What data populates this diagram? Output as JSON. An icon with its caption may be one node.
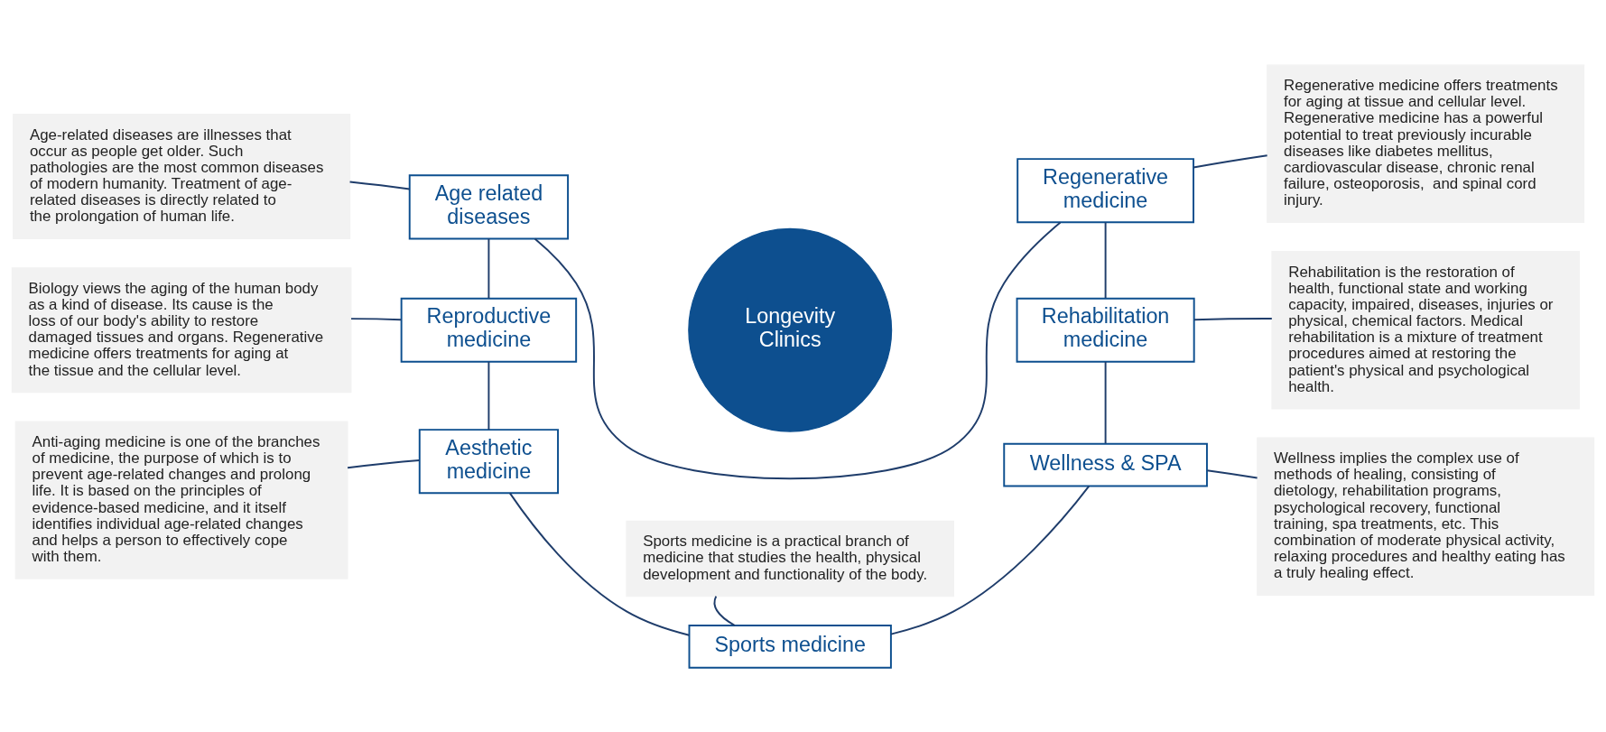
{
  "diagram": {
    "nodes": [
      {
        "text": [
          "Longevity Clinics"
        ]
      },
      {
        "text": [
          "Age related diseases"
        ]
      },
      {
        "text": [
          "Age-related diseases are illnesses that occur as people get older. Such pathologies are the most common diseases of modern humanity. Treatment of age-related diseases is directly related to the prolongation of human life."
        ]
      },
      {
        "text": [
          "Regenerative medicine"
        ]
      },
      {
        "text": [
          "Regenerative medicine offers treatments for aging at tissue and cellular level. Regenerative medicine has a powerful potential to treat previously incurable diseases like diabetes mellitus, cardiovascular disease, chronic renal failure, osteoporosis,  and spinal cord injury."
        ]
      },
      {
        "text": [
          "Reproductive medicine"
        ]
      },
      {
        "text": [
          "Biology views the aging of the human body as a kind of disease. Its cause is the loss of our body's ability to restore damaged tissues and organs. Regenerative medicine offers treatments for aging at the tissue and the cellular level."
        ]
      },
      {
        "text": [
          "Rehabilitation medicine"
        ]
      },
      {
        "text": [
          "Rehabilitation is the restoration of health, functional state and working capacity, impaired, diseases, injuries or physical, chemical factors. Medical rehabilitation is a mixture of treatment procedures aimed at restoring the patient's physical and psychological health."
        ]
      },
      {
        "text": [
          "Aesthetic medicine"
        ]
      },
      {
        "text": [
          "Anti-aging medicine is one of the branches of medicine, the purpose of which is to prevent age-related changes and prolong life. It is based on the principles of evidence-based medicine, and it itself identifies individual age-related changes and helps a person to effectively cope with them."
        ]
      },
      {
        "text": [
          "Wellness & SPA"
        ]
      },
      {
        "text": [
          "Wellness implies the complex use of methods of healing, consisting of dietology, rehabilitation programs, psychological recovery, functional training, spa treatments, etc. This combination of moderate physical activity, relaxing procedures and healthy eating has a truly healing effect."
        ]
      },
      {
        "text": [
          "Sports medicine"
        ]
      },
      {
        "text": [
          "Sports medicine is a practical branch of medicine that studies the health, physical development and functionality of the body."
        ]
      }
    ],
    "edges": [
      {
        "from": 1,
        "to": 2,
        "arrow": "none"
      },
      {
        "from": 3,
        "to": 4,
        "arrow": "none"
      },
      {
        "from": 5,
        "to": 6,
        "arrow": "none"
      },
      {
        "from": 7,
        "to": 8,
        "arrow": "none"
      },
      {
        "from": 9,
        "to": 10,
        "arrow": "none"
      },
      {
        "from": 11,
        "to": 12,
        "arrow": "none"
      },
      {
        "from": 13,
        "to": 14,
        "arrow": "none"
      },
      {
        "from": 1,
        "to": 3,
        "arrow": "none"
      },
      {
        "from": 3,
        "to": 7,
        "arrow": "none"
      },
      {
        "from": 7,
        "to": 11,
        "arrow": "none"
      },
      {
        "from": 11,
        "to": 13,
        "arrow": "none"
      },
      {
        "from": 13,
        "to": 9,
        "arrow": "none"
      },
      {
        "from": 9,
        "to": 5,
        "arrow": "none"
      },
      {
        "from": 5,
        "to": 1,
        "arrow": "none"
      }
    ]
  }
}
